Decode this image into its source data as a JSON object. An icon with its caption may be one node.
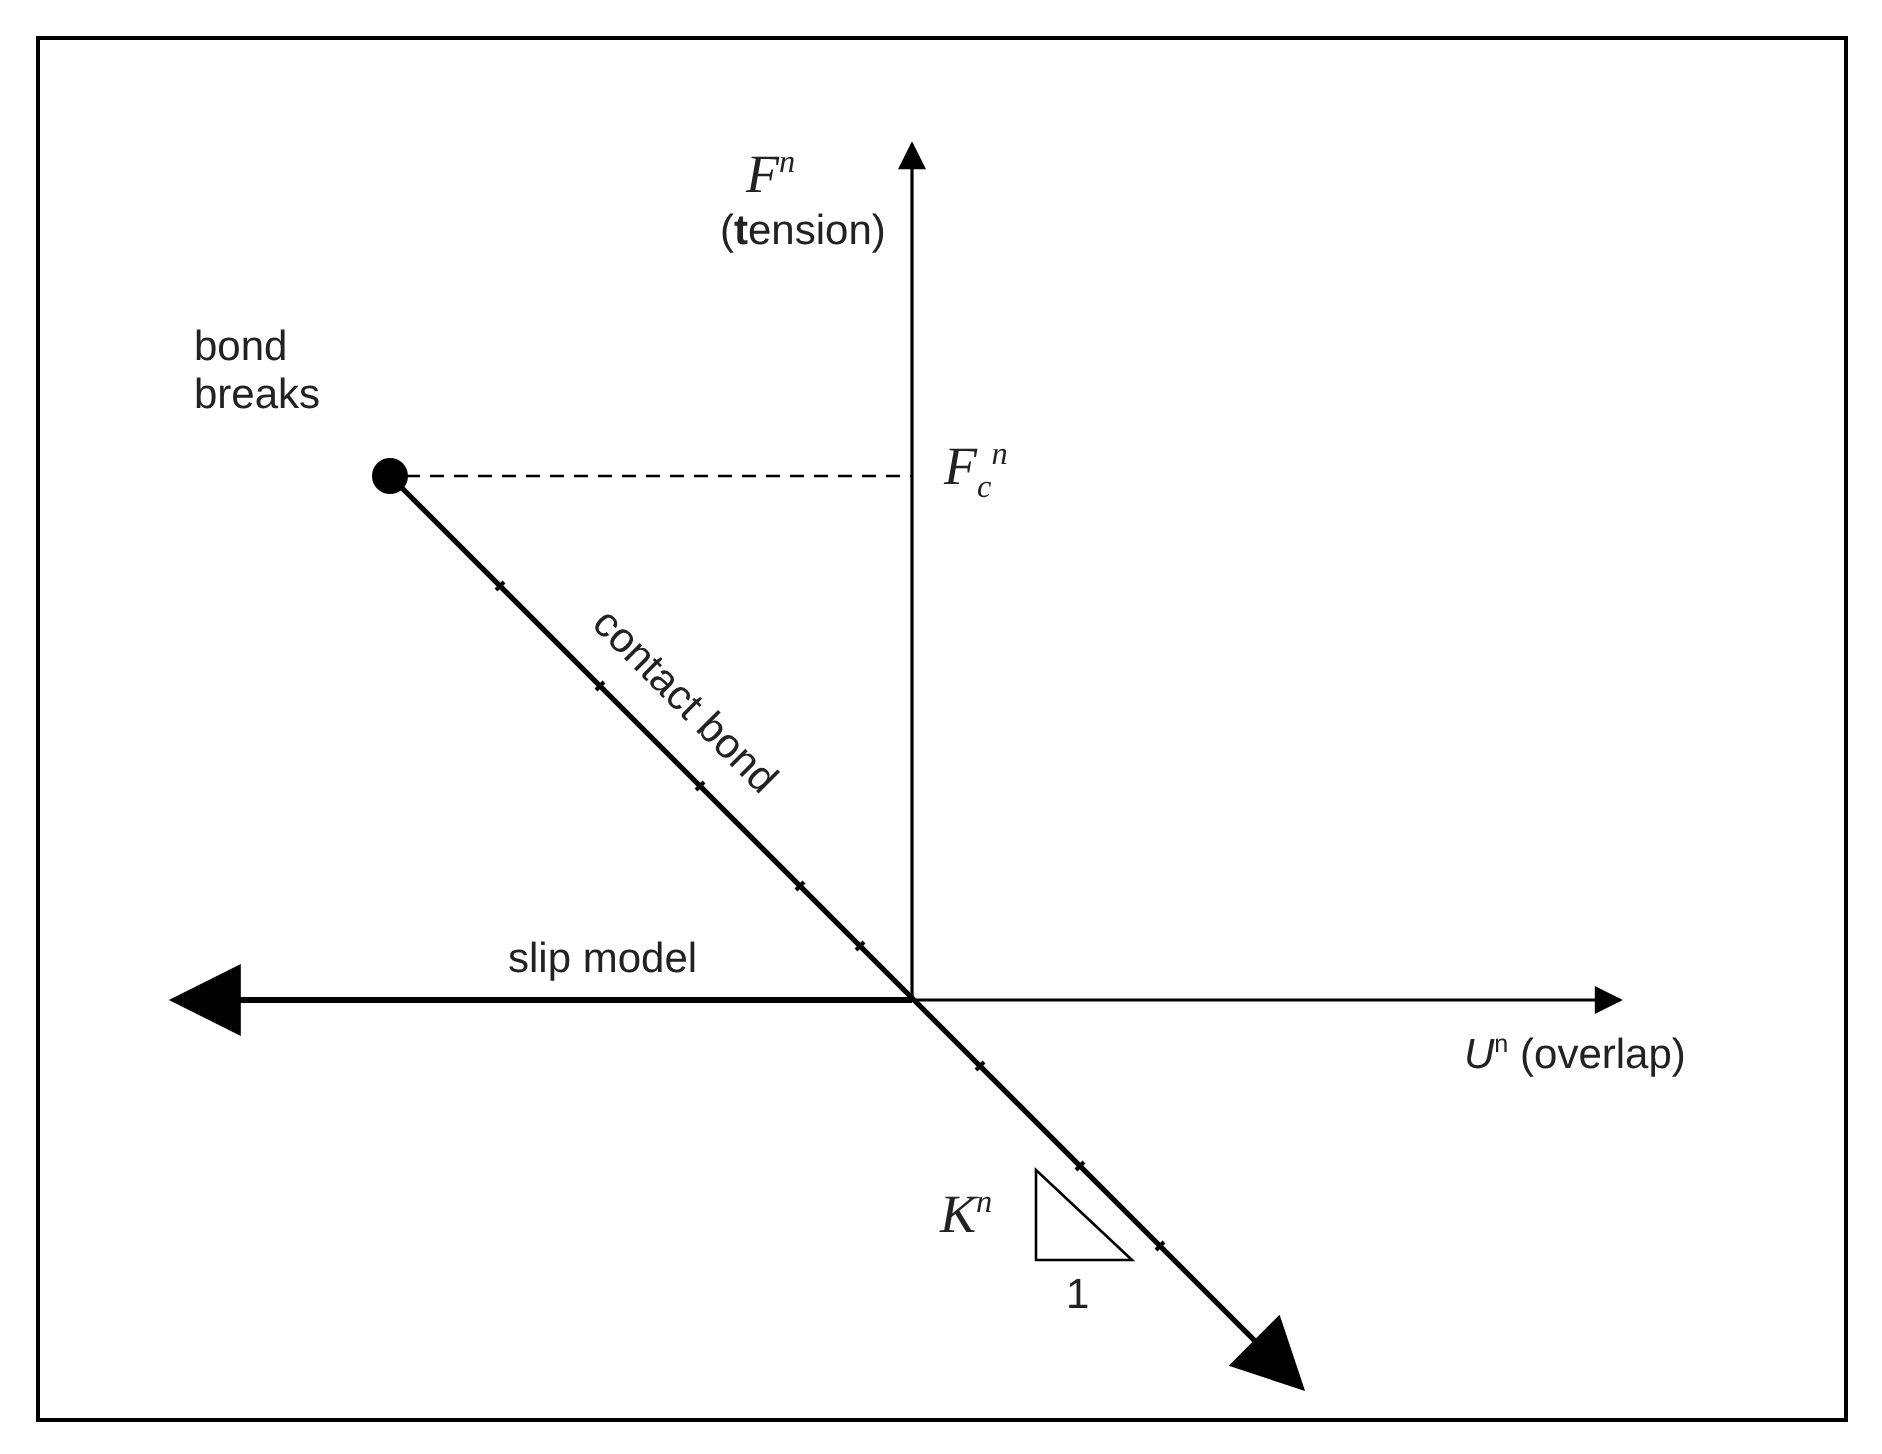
{
  "diagram": {
    "labels": [
      "F$^{n}$",
      "(**t**ension)",
      "bond breaks",
      "F$_{c}$$^{n}$",
      "contact bond",
      "slip model",
      "*U*$^{n}$ (overlap)",
      "K$^{n}$",
      "1"
    ]
  }
}
